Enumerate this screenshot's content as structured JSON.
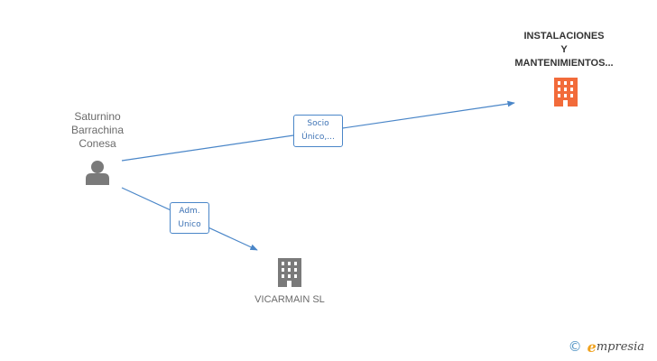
{
  "nodes": {
    "person": {
      "name_lines": [
        "Saturnino",
        "Barrachina",
        "Conesa"
      ],
      "icon": "person-icon",
      "color": "#7a7a7a"
    },
    "company_top": {
      "name_lines": [
        "INSTALACIONES",
        "Y",
        "MANTENIMIENTOS..."
      ],
      "icon": "building-icon",
      "color": "#f26b3a"
    },
    "company_bottom": {
      "name": "VICARMAIN SL",
      "icon": "building-icon",
      "color": "#7a7a7a"
    }
  },
  "edges": [
    {
      "label_lines": [
        "Socio",
        "Único,..."
      ]
    },
    {
      "label_lines": [
        "Adm.",
        "Unico"
      ]
    }
  ],
  "colors": {
    "edge": "#4a86c8"
  },
  "watermark": {
    "copyright": "©",
    "brand_initial": "e",
    "brand_rest": "mpresia"
  }
}
